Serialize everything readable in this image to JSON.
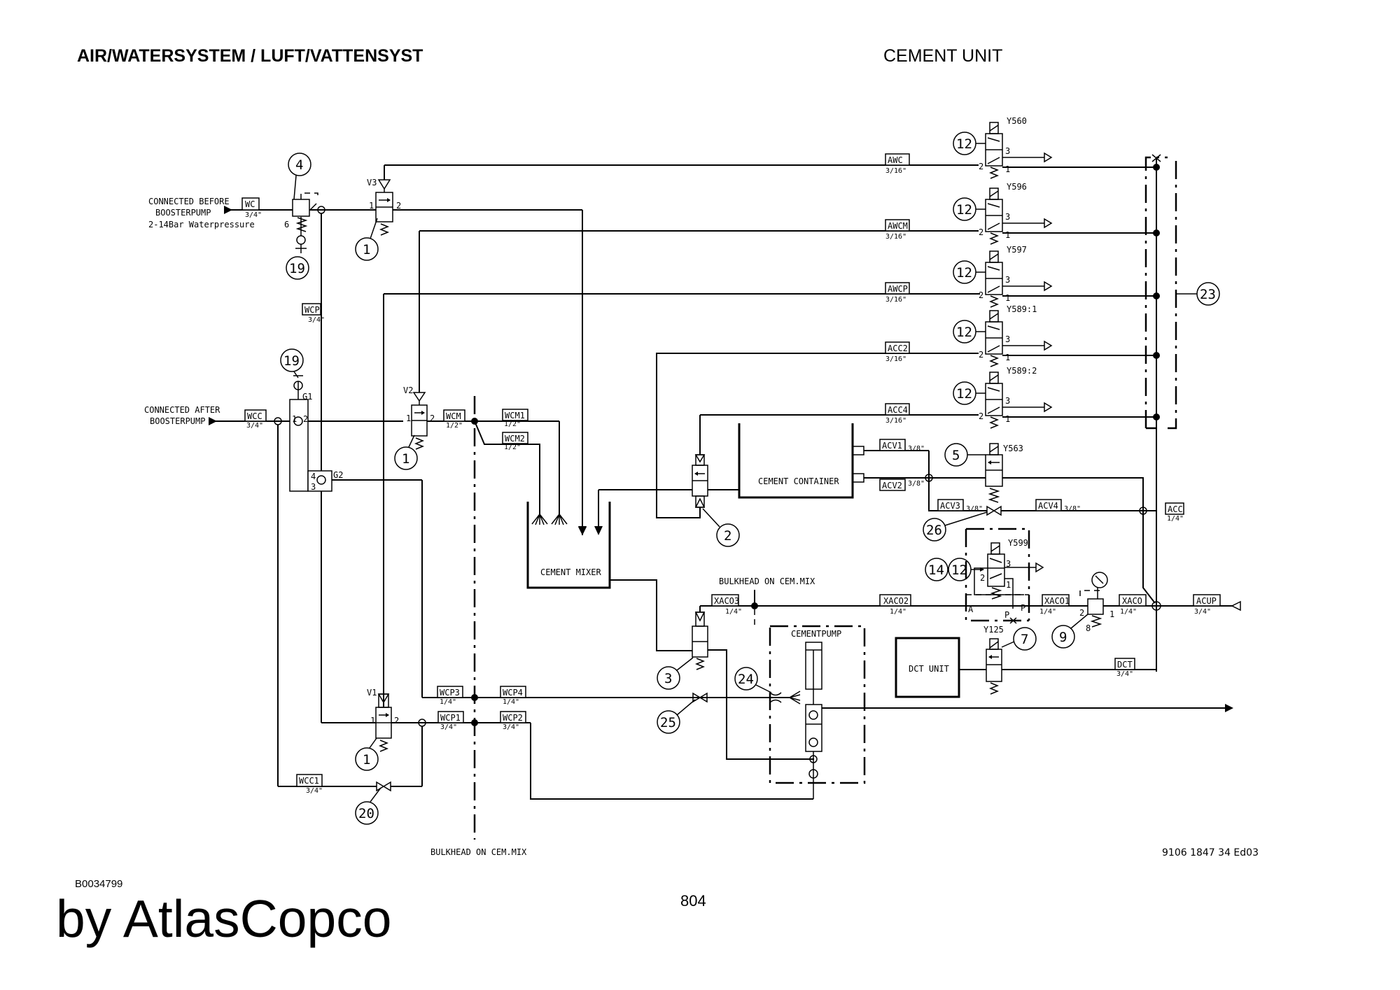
{
  "header": {
    "title_left": "AIR/WATERSYSTEM / LUFT/VATTENSYST",
    "title_right": "CEMENT UNIT"
  },
  "footer": {
    "doc_id": "B0034799",
    "page_number": "804",
    "brand": "by AtlasCopco",
    "edition": "9106 1847 34 Ed03"
  },
  "inputs": {
    "before_booster": [
      "CONNECTED BEFORE",
      "BOOSTERPUMP",
      "2-14Bar Waterpressure"
    ],
    "after_booster": [
      "CONNECTED AFTER",
      "BOOSTERPUMP"
    ]
  },
  "components": {
    "cement_container": "CEMENT CONTAINER",
    "cement_mixer": "CEMENT MIXER",
    "cementpump": "CEMENTPUMP",
    "dct_unit": "DCT UNIT",
    "bulkhead_top": "BULKHEAD ON CEM.MIX",
    "bulkhead_bottom": "BULKHEAD ON CEM.MIX"
  },
  "valves": {
    "V1": "V1",
    "V2": "V2",
    "V3": "V3",
    "G1": "G1",
    "G2": "G2",
    "Y560": "Y560",
    "Y596": "Y596",
    "Y597": "Y597",
    "Y589_1": "Y589:1",
    "Y589_2": "Y589:2",
    "Y563": "Y563",
    "Y599": "Y599",
    "Y125": "Y125"
  },
  "lines": {
    "WC": {
      "name": "WC",
      "size": "3/4\""
    },
    "WCP": {
      "name": "WCP",
      "size": "3/4\""
    },
    "WCC": {
      "name": "WCC",
      "size": "3/4\""
    },
    "WCM": {
      "name": "WCM",
      "size": "1/2\""
    },
    "WCM1": {
      "name": "WCM1",
      "size": "1/2\""
    },
    "WCM2": {
      "name": "WCM2",
      "size": "1/2\""
    },
    "WCP3": {
      "name": "WCP3",
      "size": "1/4\""
    },
    "WCP4": {
      "name": "WCP4",
      "size": "1/4\""
    },
    "WCP1": {
      "name": "WCP1",
      "size": "3/4\""
    },
    "WCP2": {
      "name": "WCP2",
      "size": "3/4\""
    },
    "WCC1": {
      "name": "WCC1",
      "size": "3/4\""
    },
    "AWC": {
      "name": "AWC",
      "size": "3/16\""
    },
    "AWCM": {
      "name": "AWCM",
      "size": "3/16\""
    },
    "AWCP": {
      "name": "AWCP",
      "size": "3/16\""
    },
    "ACC2": {
      "name": "ACC2",
      "size": "3/16\""
    },
    "ACC4": {
      "name": "ACC4",
      "size": "3/16\""
    },
    "ACV1": {
      "name": "ACV1",
      "size": "3/8\""
    },
    "ACV2": {
      "name": "ACV2",
      "size": "3/8\""
    },
    "ACV3": {
      "name": "ACV3",
      "size": "3/8\""
    },
    "ACV4": {
      "name": "ACV4",
      "size": "3/8\""
    },
    "ACC": {
      "name": "ACC",
      "size": "1/4\""
    },
    "XACO3": {
      "name": "XACO3",
      "size": "1/4\""
    },
    "XACO2": {
      "name": "XACO2",
      "size": "1/4\""
    },
    "XACO1": {
      "name": "XACO1",
      "size": "1/4\""
    },
    "XACO": {
      "name": "XACO",
      "size": "1/4\""
    },
    "ACUP": {
      "name": "ACUP",
      "size": "3/4\""
    },
    "DCT": {
      "name": "DCT",
      "size": "3/4\""
    }
  },
  "refs": {
    "r4": "4",
    "r19a": "19",
    "r1_v3": "1",
    "r19b": "19",
    "r1_v2": "1",
    "r1_v1": "1",
    "r20": "20",
    "r2": "2",
    "r3": "3",
    "r24": "24",
    "r25": "25",
    "r12_y560": "12",
    "r12_y596": "12",
    "r12_y597": "12",
    "r12_y589_1": "12",
    "r12_y589_2": "12",
    "r23": "23",
    "r5": "5",
    "r26": "26",
    "r14": "14",
    "r12_y599": "12",
    "r7": "7",
    "r9": "9"
  },
  "ports": {
    "p1": "1",
    "p2": "2",
    "p3": "3",
    "p4": "4",
    "p6": "6",
    "p8": "8",
    "pA": "A",
    "pP": "P"
  }
}
